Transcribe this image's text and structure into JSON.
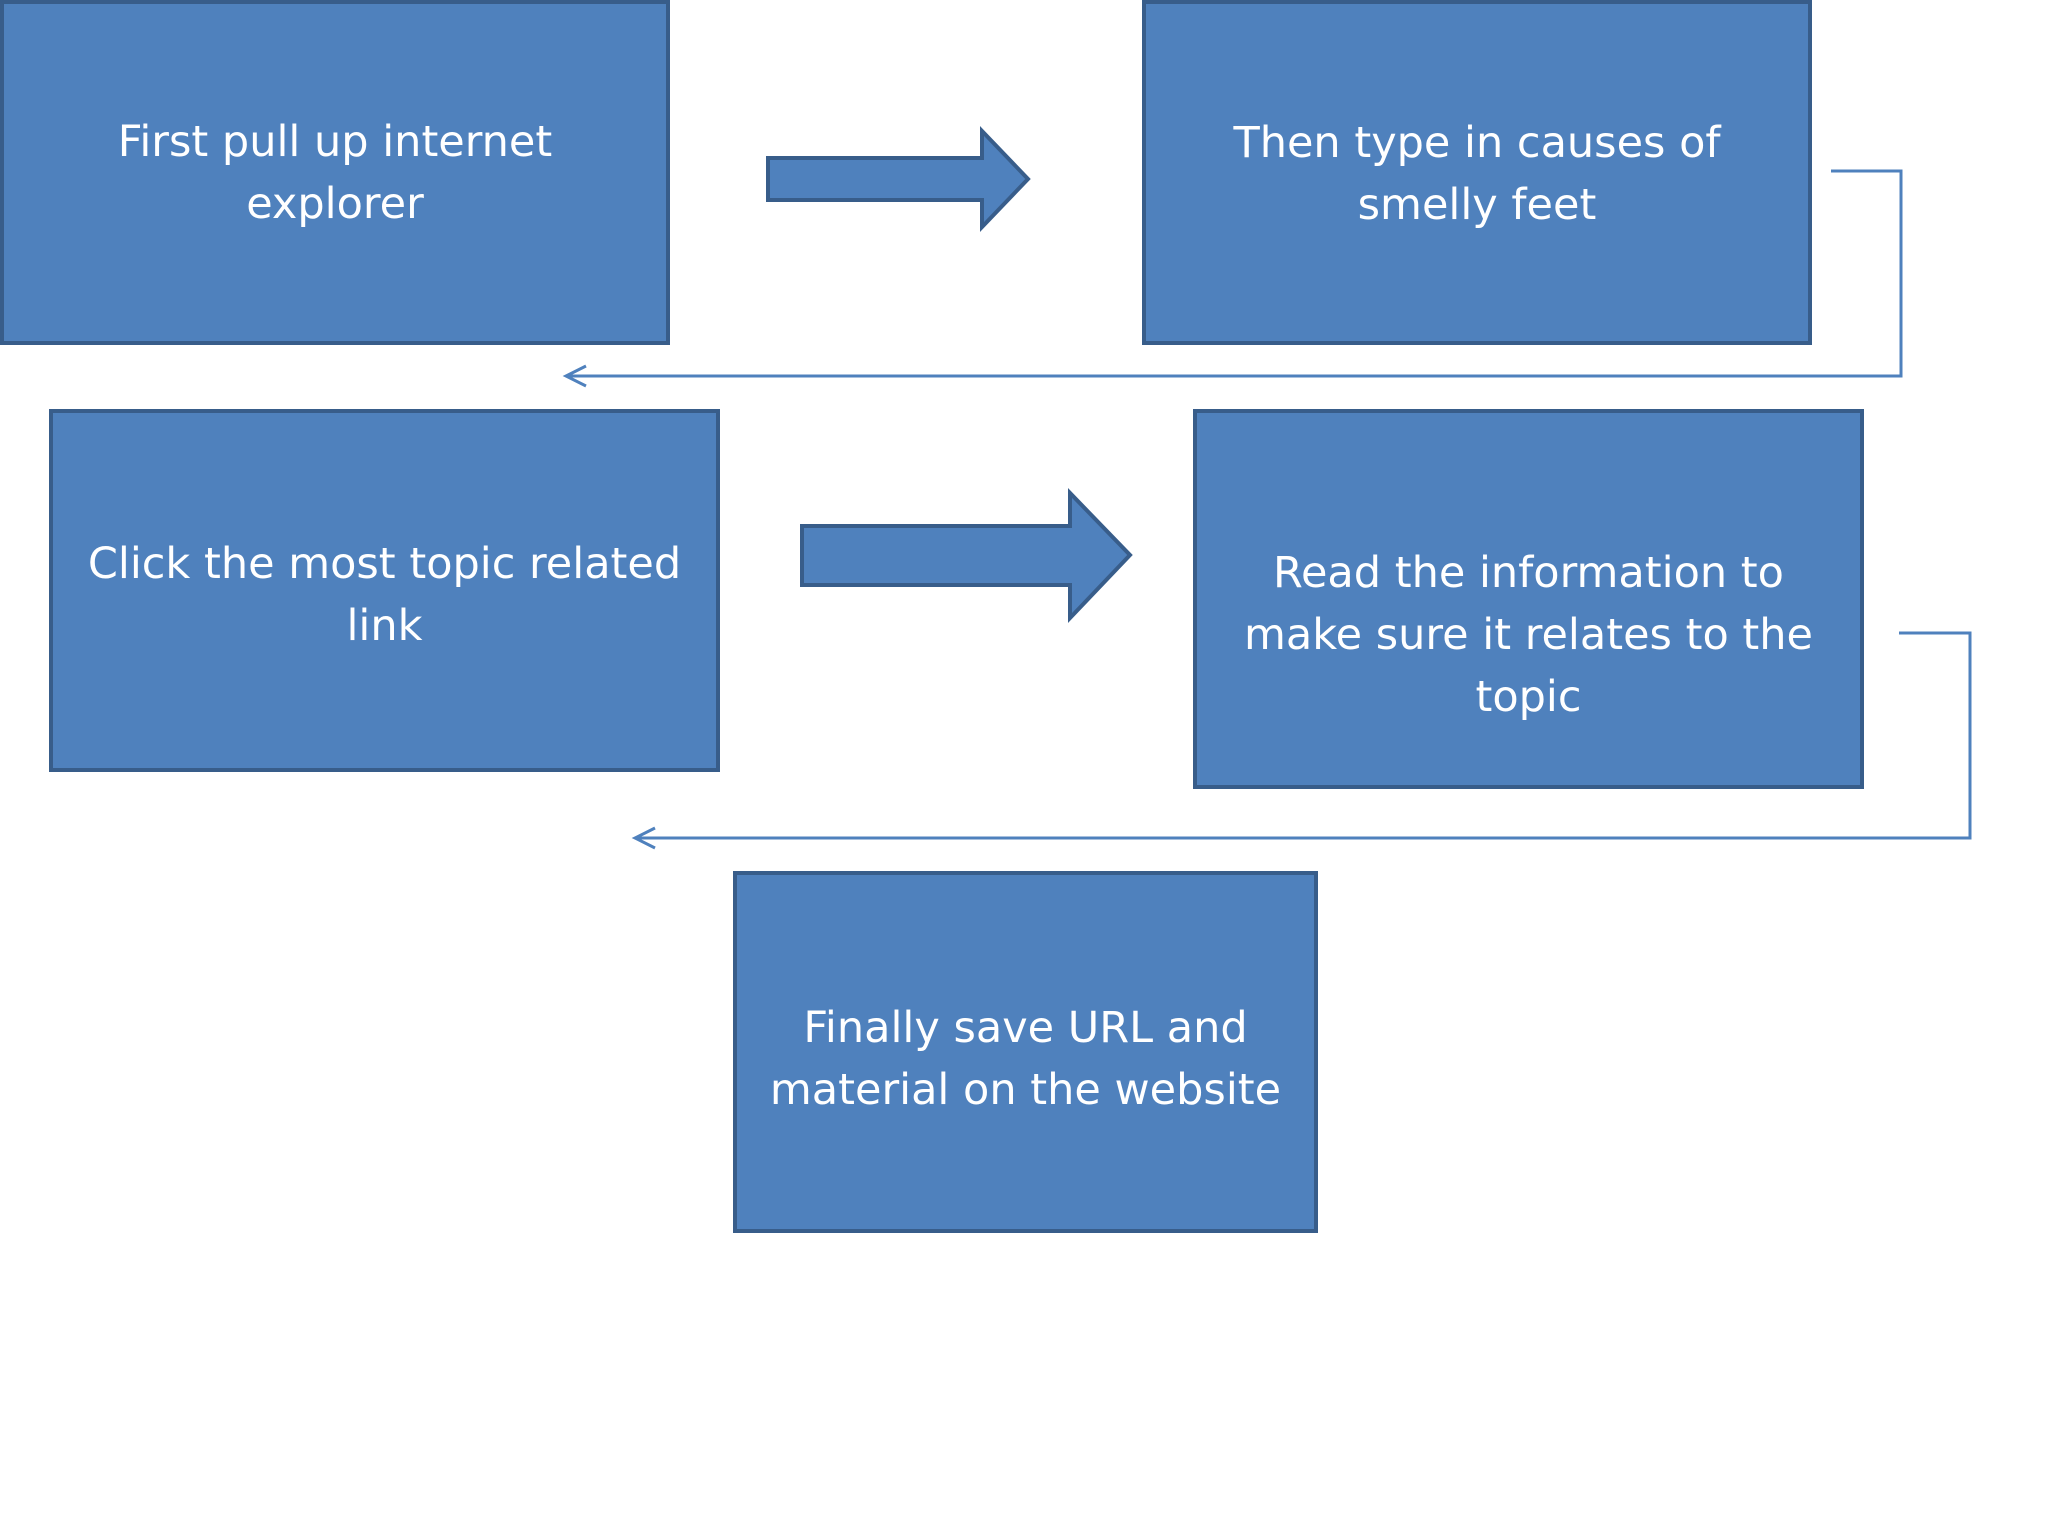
{
  "colors": {
    "box_fill": "#4f81bd",
    "box_border": "#385d8a",
    "arrow_fill": "#4f81bd",
    "arrow_border": "#385d8a",
    "connector_line": "#4f81bd",
    "text": "#ffffff",
    "background": "#ffffff"
  },
  "steps": [
    {
      "text": "First pull up internet explorer"
    },
    {
      "text": "Then type in causes of smelly feet"
    },
    {
      "text": "Click the most topic related link"
    },
    {
      "text": "Read the information to make sure it relates to the topic"
    },
    {
      "text": "Finally save URL and material on the website"
    }
  ],
  "connectors": [
    {
      "from": 0,
      "to": 1,
      "kind": "block-arrow"
    },
    {
      "from": 1,
      "to": 2,
      "kind": "elbow-arrow"
    },
    {
      "from": 2,
      "to": 3,
      "kind": "block-arrow"
    },
    {
      "from": 3,
      "to": 4,
      "kind": "elbow-arrow"
    }
  ]
}
